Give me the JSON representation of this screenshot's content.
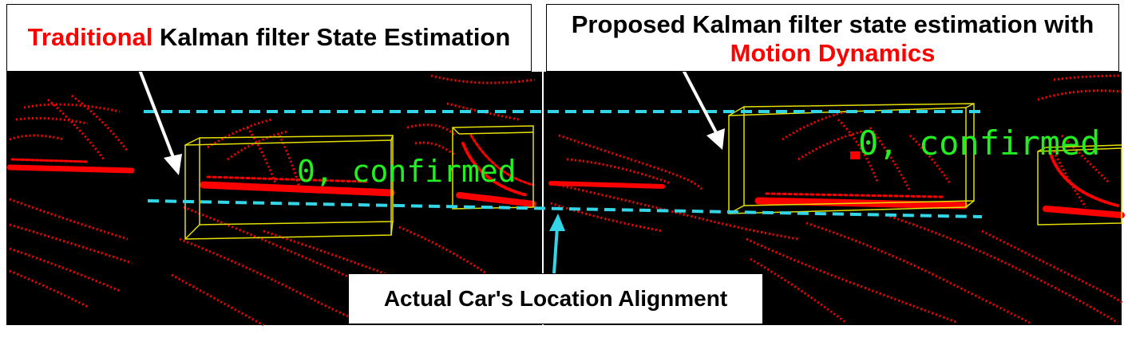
{
  "callouts": {
    "traditional": {
      "highlight": "Traditional",
      "rest": " Kalman filter State Estimation"
    },
    "proposed": {
      "line1": "Proposed Kalman filter state estimation with",
      "highlight": "Motion Dynamics"
    },
    "actual": "Actual Car's Location Alignment"
  },
  "left_panel": {
    "status_text": "0, confirmed"
  },
  "right_panel": {
    "status_text": "0, confirmed"
  },
  "colors": {
    "background": "#000000",
    "lidar_points": "#ff0000",
    "bounding_box": "#e6e000",
    "alignment_guides": "#33d6e6",
    "status_text": "#22ee22",
    "highlight_text": "#ff0000"
  }
}
